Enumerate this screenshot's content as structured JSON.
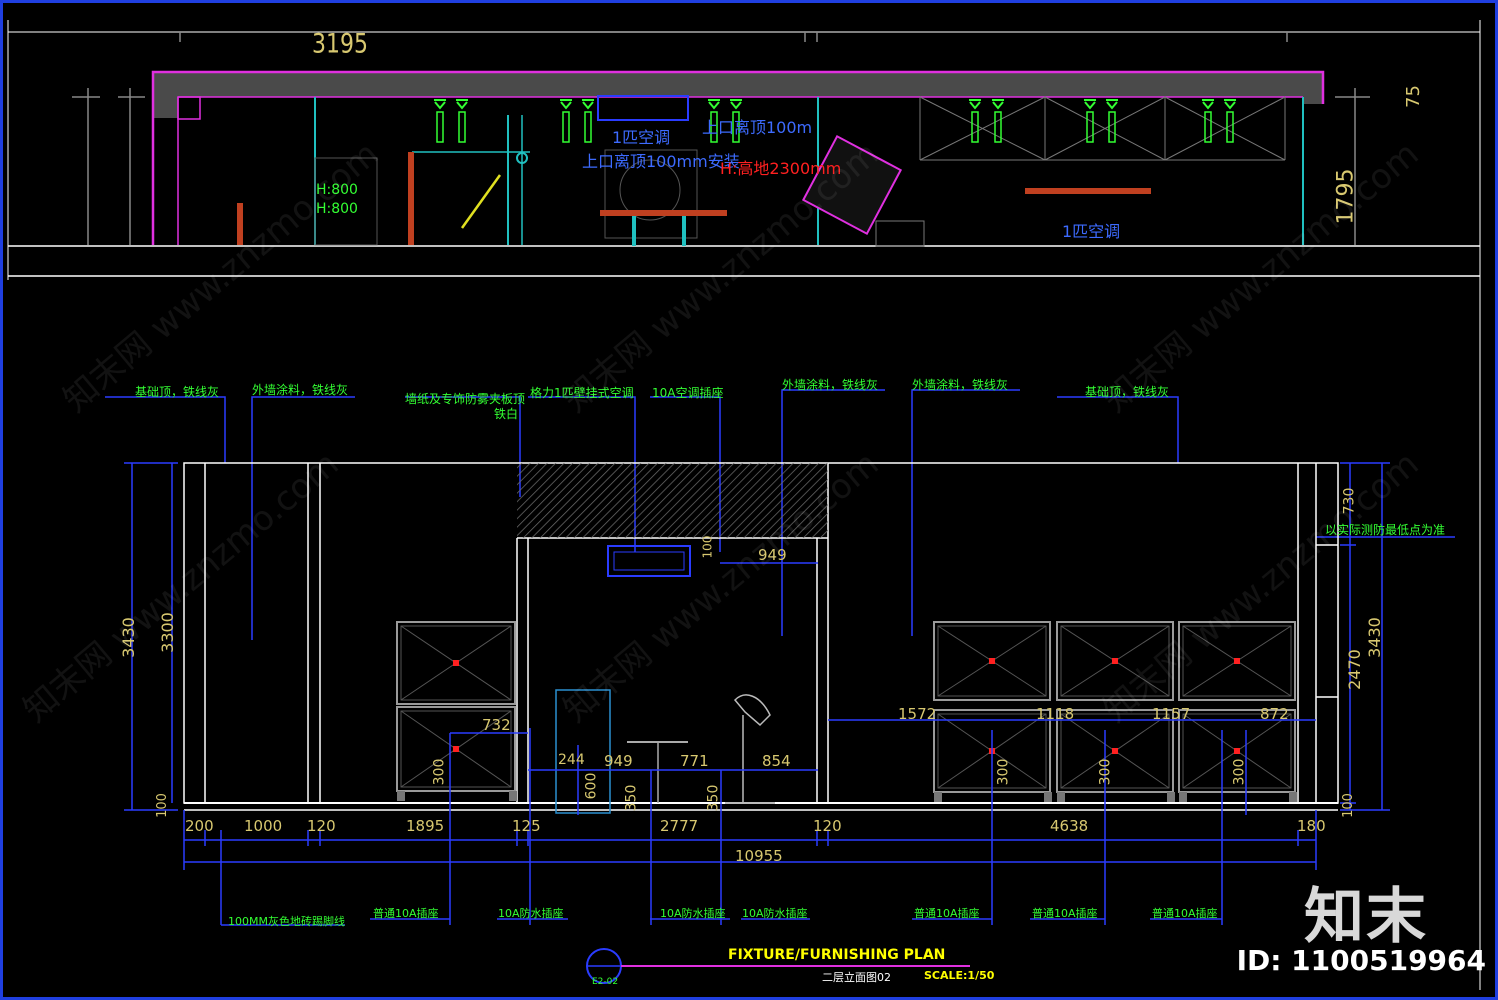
{
  "top_plan": {
    "dim_width": "3195",
    "dim_right_small": "75",
    "dim_right_height": "1795",
    "labels_green": [
      "H:800",
      "H:800"
    ],
    "labels_blue": [
      "1匹空调",
      "上口离顶100mm安装",
      "上口离顶100m",
      "1匹空调"
    ],
    "labels_red": [
      "H:高地2300mm"
    ]
  },
  "elevation": {
    "callouts_top": [
      "基础顶，铁线灰",
      "外墙涂料，铁线灰",
      "墙纸及专饰防雾夹板顶",
      "铁白",
      "格力1匹壁挂式空调",
      "10A空调插座",
      "外墙涂料，铁线灰",
      "外墙涂料，铁线灰",
      "基础顶，铁线灰"
    ],
    "right_note": "以实际测防最低点为准",
    "dims_left": [
      "3430",
      "3300",
      "100"
    ],
    "dims_right": [
      "730",
      "3430",
      "2470",
      "100"
    ],
    "dims_bottom": [
      "200",
      "1000",
      "120",
      "1895",
      "125",
      "2777",
      "120",
      "4638",
      "180"
    ],
    "dim_total": "10955",
    "dims_interior": [
      "732",
      "949",
      "771",
      "854",
      "1572",
      "1118",
      "1157",
      "872",
      "100",
      "949",
      "244",
      "300",
      "600",
      "350",
      "350",
      "300",
      "300",
      "300"
    ],
    "callouts_bottom": [
      "100MM灰色地砖踢脚线",
      "普通10A插座",
      "10A防水插座",
      "10A防水插座",
      "10A防水插座",
      "普通10A插座",
      "普通10A插座",
      "普通10A插座"
    ],
    "title": "FIXTURE/FURNISHING PLAN",
    "subtitle": "二层立面图02",
    "scale": "SCALE:1/50",
    "tag": "E2-02"
  },
  "watermark": "知末网 www.znzmo.com",
  "brand": "知末",
  "id_label": "ID: 1100519964",
  "colors": {
    "frame": "#1f3fe0",
    "wall": "#ffffff",
    "magenta": "#e030e0",
    "green": "#33ff33",
    "blue_text": "#3d6bff",
    "dim_blue": "#2a3cff",
    "red": "#ff2020",
    "cyan": "#20c0c0",
    "yellow_text": "#ffff00",
    "dim_text": "#d8c870"
  }
}
